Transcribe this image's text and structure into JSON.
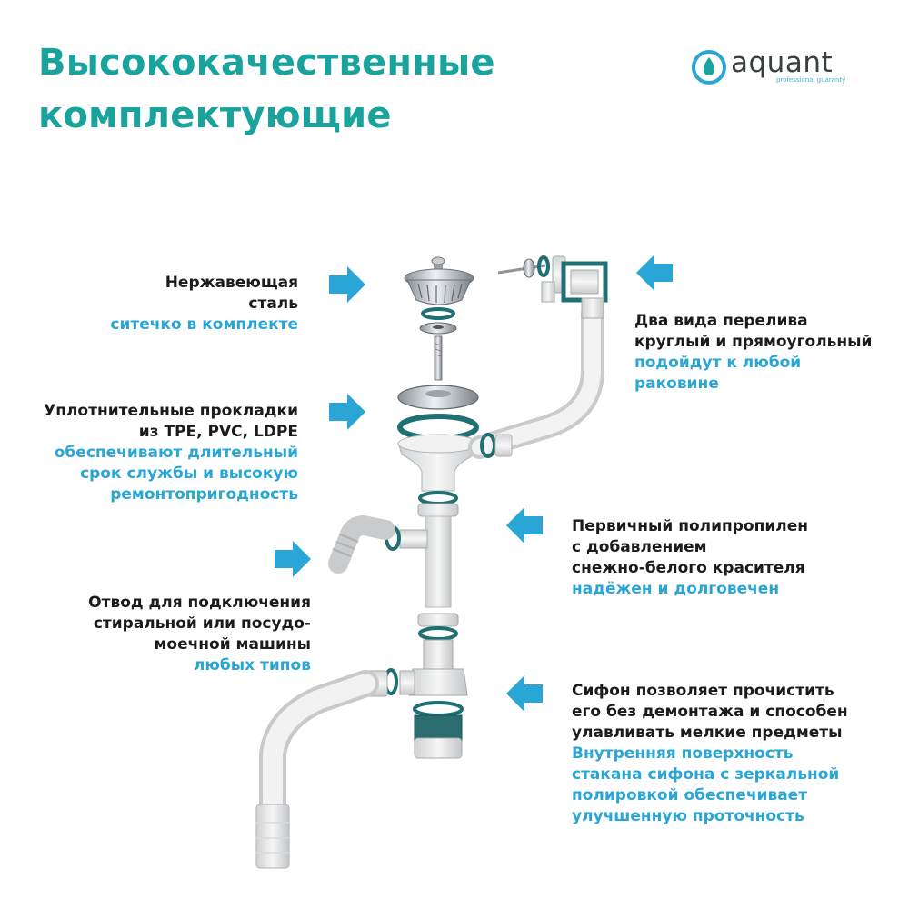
{
  "title": {
    "line1": "Высококачественные",
    "line2": "комплектующие"
  },
  "logo": {
    "name": "aquant",
    "tagline": "professional guaranty"
  },
  "colors": {
    "title": "#1aa39d",
    "accent_blue": "#2aa6d6",
    "arrow": "#2aa6d6",
    "text_dark": "#1b1b1b",
    "gasket": "#1f6f73",
    "pipe": "#ececec"
  },
  "callouts": {
    "strainer": {
      "lines": [
        "Нержавеющая",
        "сталь"
      ],
      "highlight": [
        "ситечко в комплекте"
      ]
    },
    "gaskets": {
      "lines": [
        "Уплотнительные прокладки",
        "из TPE, PVC, LDPE"
      ],
      "highlight": [
        "обеспечивают длительный",
        "срок службы и высокую",
        "ремонтопригодность"
      ]
    },
    "outlet": {
      "lines": [
        "Отвод для подключения",
        "стиральной или посудо-",
        "моечной машины"
      ],
      "highlight": [
        "любых типов"
      ]
    },
    "overflow": {
      "lines": [
        "Два вида перелива",
        "круглый и прямоугольный"
      ],
      "highlight": [
        "подойдут к любой",
        "раковине"
      ]
    },
    "material": {
      "lines": [
        "Первичный полипропилен",
        "с добавлением",
        "снежно-белого красителя"
      ],
      "highlight": [
        "надёжен и долговечен"
      ]
    },
    "siphon": {
      "lines": [
        "Сифон позволяет прочистить",
        "его без демонтажа и способен",
        "улавливать мелкие предметы"
      ],
      "highlight": [
        "Внутренняя поверхность",
        "стакана сифона с зеркальной",
        "полировкой обеспечивает",
        "улучшенную проточность"
      ]
    }
  }
}
